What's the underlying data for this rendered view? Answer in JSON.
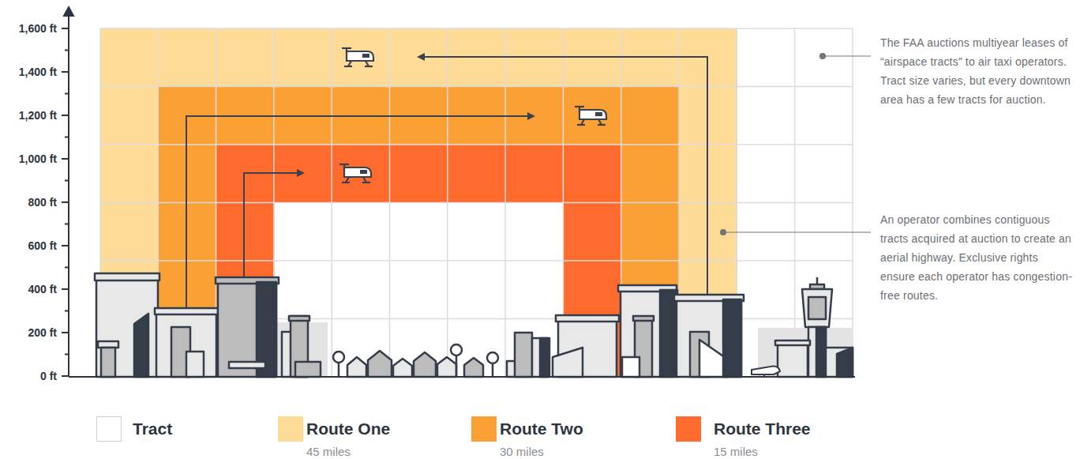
{
  "diagram": {
    "labels": [
      "1,600 ft",
      "1,400 ft",
      "1,200 ft",
      "1,000 ft",
      "800 ft",
      "600 ft",
      "400 ft",
      "200 ft",
      "0 ft",
      "The FAA auctions multiyear leases of “airspace tracts” to air taxi operators. Tract size varies, but every downtown area has a few tracts for auction.",
      "An operator combines contiguous tracts acquired at auction to create an aerial highway. Exclusive rights ensure each operator has congestion-free routes.",
      "45 miles",
      "30 miles",
      "15 miles"
    ],
    "legend": [
      {
        "text": "Tract",
        "color": "#ffffff"
      },
      {
        "text": "Route One",
        "color": "#fedb97"
      },
      {
        "text": "Route Two",
        "color": "#fba035"
      },
      {
        "text": "Route Three",
        "color": "#ff6b2d"
      }
    ]
  }
}
